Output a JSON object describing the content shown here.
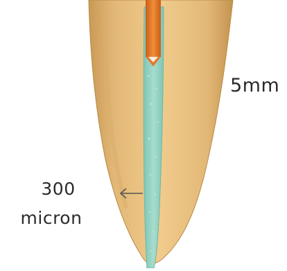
{
  "diagram": {
    "labels": {
      "length": "5mm",
      "width_value": "300",
      "width_unit": "micron"
    },
    "colors": {
      "root": "#e9c07c",
      "root_shade": "#c99a55",
      "canal_fill": "#8ed0c0",
      "instrument": "#e0782a",
      "background": "#ffffff"
    }
  }
}
